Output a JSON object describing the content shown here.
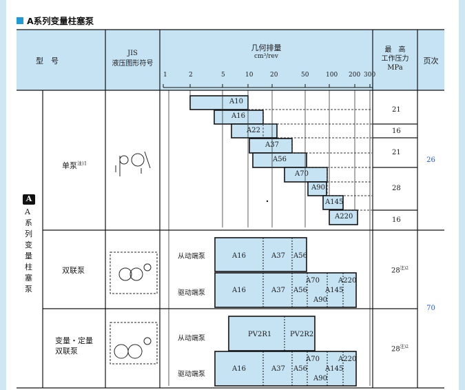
{
  "section_title": "A系列变量柱塞泵",
  "header": {
    "model": "型　号",
    "jis_line1": "JIS",
    "jis_line2": "液压图形符号",
    "disp_title": "几何排量",
    "disp_unit": "cm³/rev",
    "pressure_line1": "最　高",
    "pressure_line2": "工作压力",
    "pressure_line3": "MPa",
    "page": "页次"
  },
  "axis_ticks": [
    "1",
    "2",
    "5",
    "10",
    "20",
    "50",
    "100",
    "200",
    "300"
  ],
  "series_label": "A 系列变量柱塞泵",
  "series_badge": "A",
  "rows": {
    "single": {
      "label": "单泵",
      "note": "注)1",
      "bars": [
        "A10",
        "A16",
        "A22",
        "A37",
        "A56",
        "A70",
        "A90",
        "A145",
        "A220"
      ],
      "pressures": [
        "21",
        "16",
        "21",
        "28",
        "16"
      ],
      "page": "26"
    },
    "double": {
      "label": "双联泵",
      "driven_label": "从动端泵",
      "drive_label": "驱动端泵",
      "driven_models": [
        "A16",
        "A37",
        "A56"
      ],
      "drive_models": [
        "A16",
        "A37",
        "A56",
        "A70",
        "A90",
        "A145",
        "A220"
      ],
      "pressure": "28",
      "pressure_note": "注)2"
    },
    "var_fixed": {
      "label_line1": "变量・定量",
      "label_line2": "双联泵",
      "driven_label": "从动端泵",
      "drive_label": "驱动端泵",
      "driven_models": [
        "PV2R1",
        "PV2R2"
      ],
      "drive_models": [
        "A16",
        "A37",
        "A56",
        "A70",
        "A90",
        "A145",
        "A220"
      ],
      "pressure": "28",
      "pressure_note": "注)2"
    },
    "shared_page": "70"
  },
  "colors": {
    "header_bg": "#c6e3f4",
    "bar_fill": "#c6e3f4",
    "accent": "#1f9ad6",
    "page_link": "#2a56c6",
    "frame": "#cfe6f3"
  }
}
